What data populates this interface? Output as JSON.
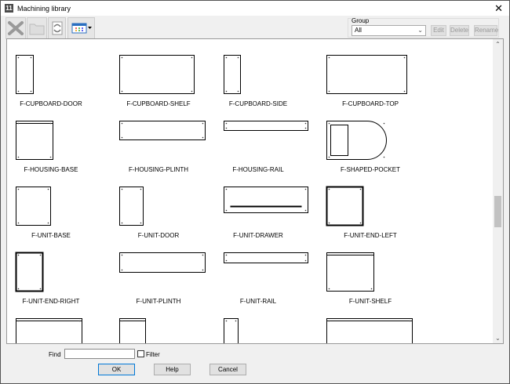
{
  "window": {
    "title": "Machining library",
    "app_icon": "app-icon",
    "close_icon": "close-icon"
  },
  "toolbar": {
    "icons": [
      "delete-cross-icon",
      "open-folder-icon",
      "refresh-icon",
      "view-options-icon"
    ]
  },
  "group": {
    "label": "Group",
    "selected": "All",
    "edit": "Edit",
    "delete": "Delete",
    "rename": "Rename"
  },
  "items": [
    "F-CUPBOARD-DOOR",
    "F-CUPBOARD-SHELF",
    "F-CUPBOARD-SIDE",
    "F-CUPBOARD-TOP",
    "F-HOUSING-BASE",
    "F-HOUSING-PLINTH",
    "F-HOUSING-RAIL",
    "F-SHAPED-POCKET",
    "F-UNIT-BASE",
    "F-UNIT-DOOR",
    "F-UNIT-DRAWER",
    "F-UNIT-END-LEFT",
    "F-UNIT-END-RIGHT",
    "F-UNIT-PLINTH",
    "F-UNIT-RAIL",
    "F-UNIT-SHELF"
  ],
  "footer": {
    "find_label": "Find",
    "find_value": "",
    "filter_label": "Filter",
    "ok": "OK",
    "help": "Help",
    "cancel": "Cancel"
  }
}
